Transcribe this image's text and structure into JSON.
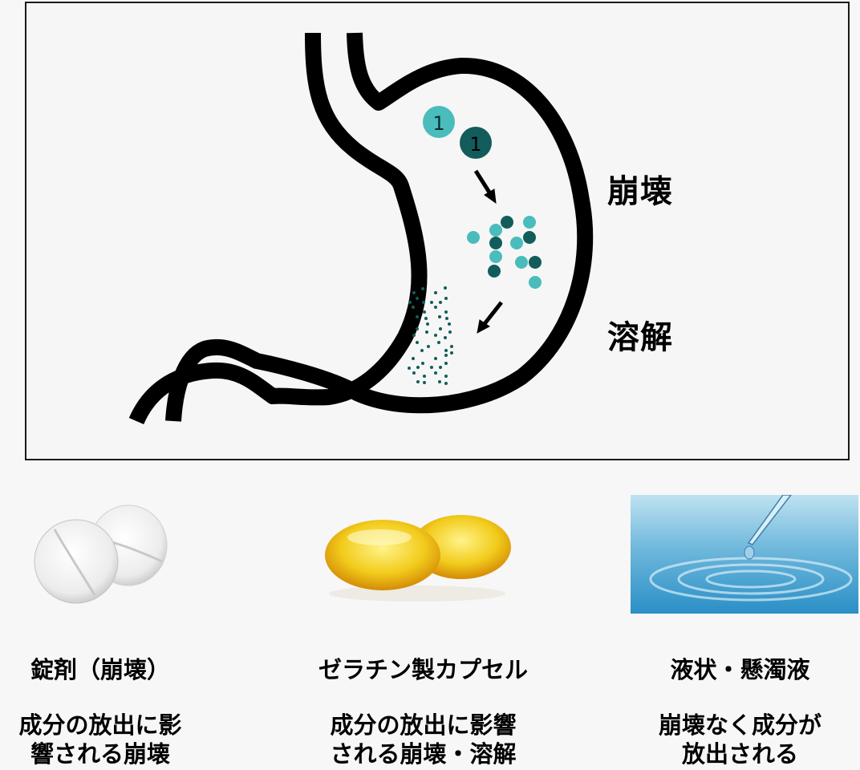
{
  "diagram": {
    "labels": {
      "disintegration": "崩壊",
      "dissolution": "溶解"
    },
    "tablet_markers": [
      {
        "number": "1",
        "color": "#4bbcbc"
      },
      {
        "number": "1",
        "color": "#135c5c"
      }
    ],
    "colors": {
      "light_teal": "#4bbcbc",
      "dark_teal": "#135c5c",
      "outline": "#000000",
      "background": "#f6f6f6"
    }
  },
  "dosage_forms": [
    {
      "title": "錠剤（崩壊）",
      "description_line1": "成分の放出に影",
      "description_line2": "響される崩壊",
      "image": "white-tablets"
    },
    {
      "title": "ゼラチン製カプセル",
      "description_line1": "成分の放出に影響",
      "description_line2": "される崩壊・溶解",
      "image": "gelatin-softgel-capsules"
    },
    {
      "title": "液状・懸濁液",
      "description_line1": "崩壊なく成分が",
      "description_line2": "放出される",
      "image": "liquid-drop-ripples"
    }
  ]
}
